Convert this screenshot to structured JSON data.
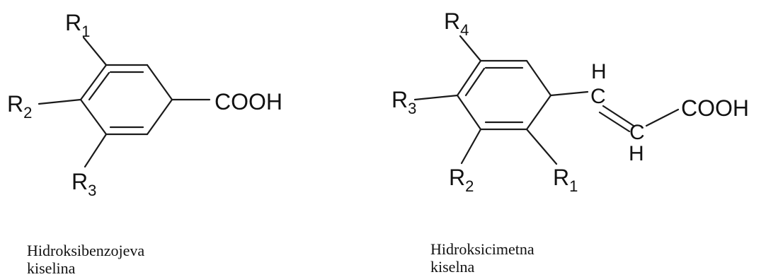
{
  "molecules": [
    {
      "substituents": {
        "r1": {
          "main": "R",
          "sub": "1"
        },
        "r2": {
          "main": "R",
          "sub": "2"
        },
        "r3": {
          "main": "R",
          "sub": "3"
        }
      },
      "cooh": "COOH",
      "caption": {
        "line1": "Hidroksibenzojeva",
        "line2": "kiselina"
      }
    },
    {
      "substituents": {
        "r4": {
          "main": "R",
          "sub": "4"
        },
        "r3": {
          "main": "R",
          "sub": "3"
        },
        "r2": {
          "main": "R",
          "sub": "2"
        },
        "r1": {
          "main": "R",
          "sub": "1"
        }
      },
      "vinyl": {
        "c_top": "C",
        "h_top": "H",
        "c_bottom": "C",
        "h_bottom": "H"
      },
      "cooh": "COOH",
      "caption": {
        "line1": "Hidroksicimetna",
        "line2": "kiselna"
      }
    }
  ],
  "colors": {
    "ink": "#1a1a1a",
    "background": "#ffffff"
  }
}
